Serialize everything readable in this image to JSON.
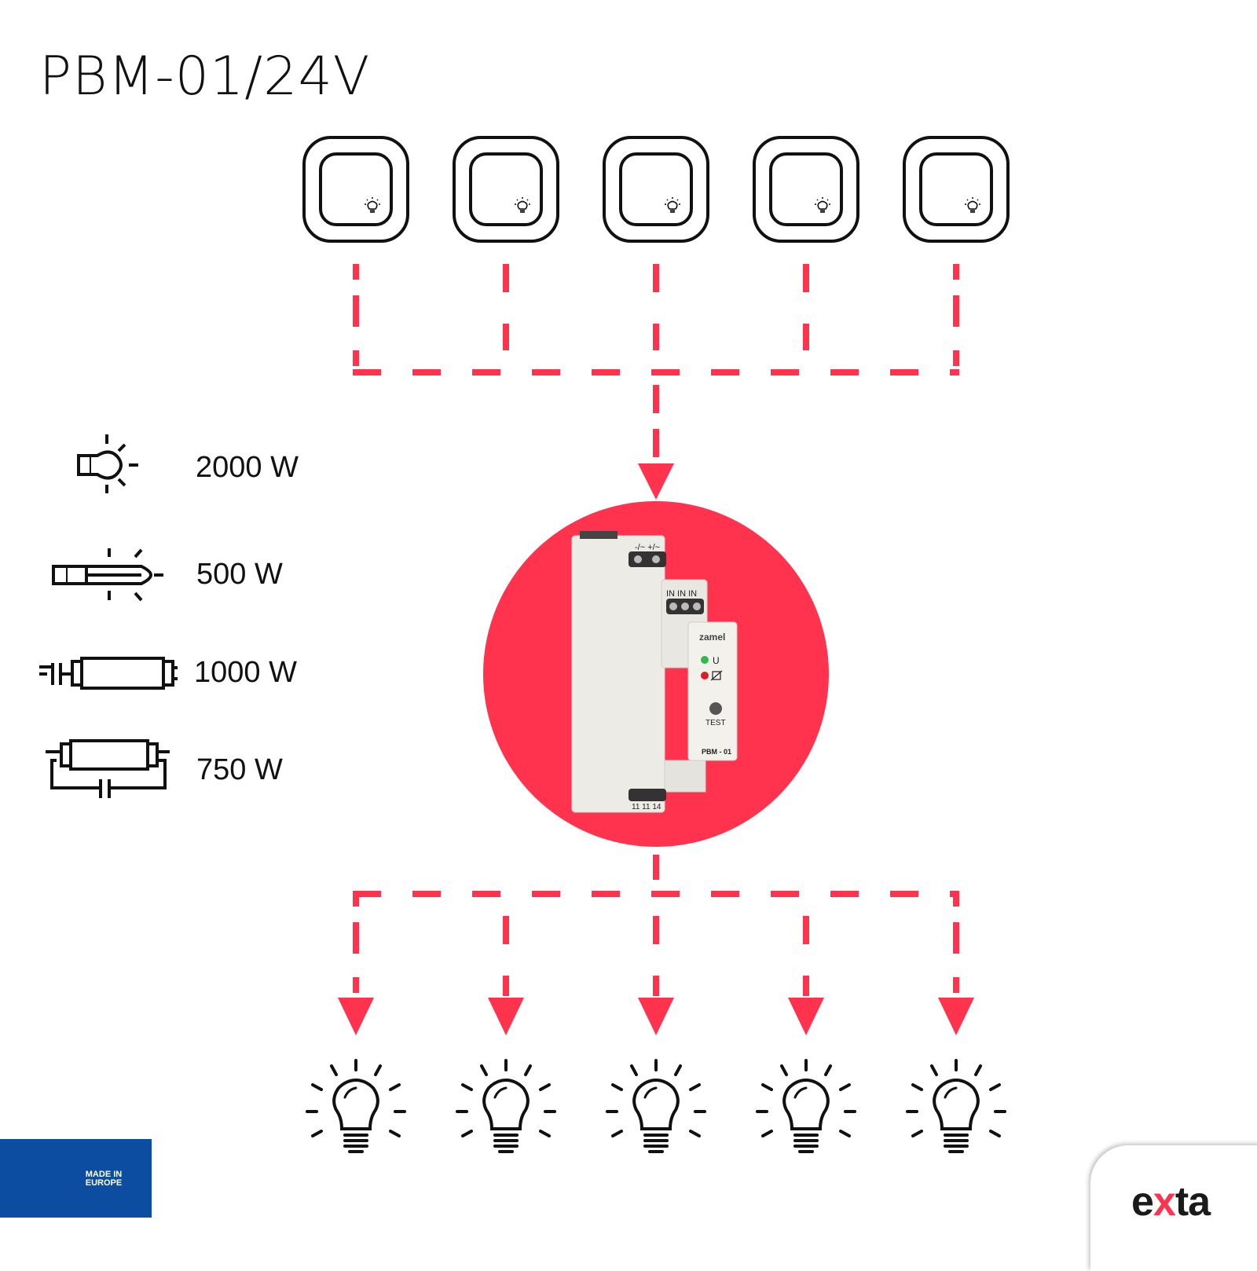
{
  "title": "PBM-01/24V",
  "colors": {
    "accent": "#ff334d",
    "line": "#111111",
    "eu_blue": "#0d4da1",
    "eu_star": "#ffd700"
  },
  "switches": [
    {
      "icon": "light-switch-icon"
    },
    {
      "icon": "light-switch-icon"
    },
    {
      "icon": "light-switch-icon"
    },
    {
      "icon": "light-switch-icon"
    },
    {
      "icon": "light-switch-icon"
    }
  ],
  "loads": [
    {
      "icon": "incandescent-bulb-icon",
      "value": "2000 W"
    },
    {
      "icon": "halogen-lamp-icon",
      "value": "500 W"
    },
    {
      "icon": "fluorescent-tube-icon",
      "value": "1000 W"
    },
    {
      "icon": "compensated-fluorescent-icon",
      "value": "750 W"
    }
  ],
  "device": {
    "brand": "zamel",
    "model": "PBM - 01",
    "top_terminals": "-/~ +/~",
    "inputs": "IN IN IN",
    "led_power": "U",
    "test_button": "TEST",
    "bottom_terminals": "11 11 14"
  },
  "lamps": [
    {
      "icon": "light-bulb-icon"
    },
    {
      "icon": "light-bulb-icon"
    },
    {
      "icon": "light-bulb-icon"
    },
    {
      "icon": "light-bulb-icon"
    },
    {
      "icon": "light-bulb-icon"
    }
  ],
  "made_in": {
    "line1": "MADE IN",
    "line2": "EUROPE"
  },
  "logo": {
    "part1": "e",
    "accent": "x",
    "part2": "ta"
  }
}
